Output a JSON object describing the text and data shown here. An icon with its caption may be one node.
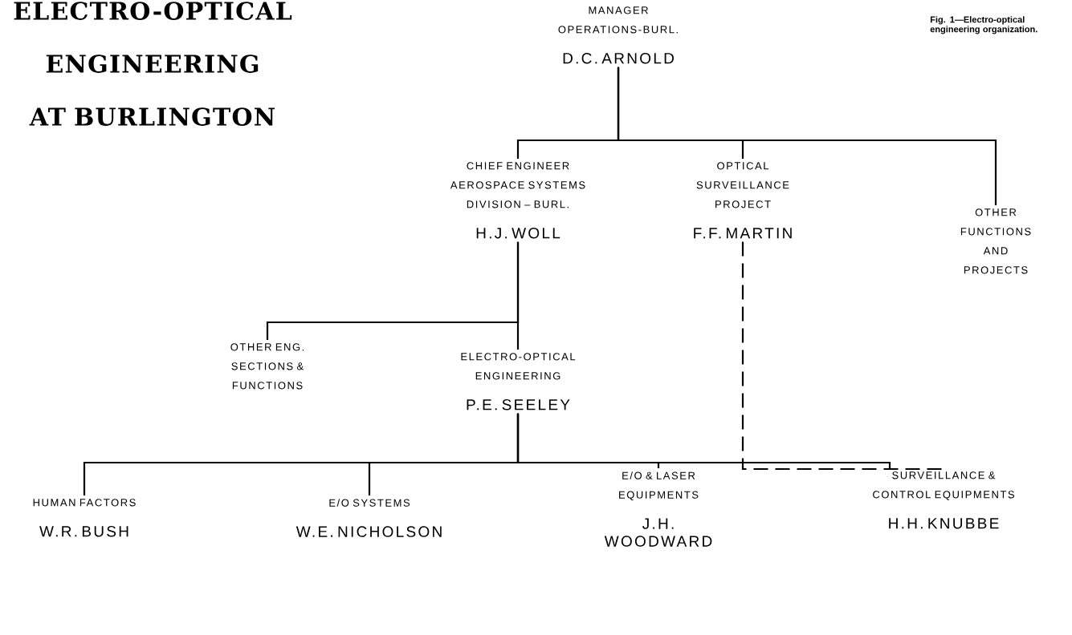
{
  "diagram": {
    "title": "ELECTRO-OPTICAL ENGINEERING AT BURLINGTON",
    "caption": "Fig. 1—Electro-optical engineering organization.",
    "nodes": [
      {
        "text": [
          "MANAGER OPERATIONS-BURL.",
          "D.C. ARNOLD"
        ]
      },
      {
        "text": [
          "CHIEF ENGINEER AEROSPACE SYSTEMS DIVISION – BURL.",
          "H.J. WOLL"
        ]
      },
      {
        "text": [
          "OPTICAL SURVEILLANCE PROJECT",
          "F.F. MARTIN"
        ]
      },
      {
        "text": [
          "OTHER FUNCTIONS AND PROJECTS"
        ]
      },
      {
        "text": [
          "OTHER ENG. SECTIONS & FUNCTIONS"
        ]
      },
      {
        "text": [
          "ELECTRO-OPTICAL ENGINEERING",
          "P.E. SEELEY"
        ]
      },
      {
        "text": [
          "HUMAN FACTORS",
          "W.R. BUSH"
        ]
      },
      {
        "text": [
          "E/O SYSTEMS",
          "W.E. NICHOLSON"
        ]
      },
      {
        "text": [
          "E/O & LASER EQUIPMENTS",
          "J.H. WOODWARD"
        ]
      },
      {
        "text": [
          "SURVEILLANCE & CONTROL EQUIPMENTS",
          "H.H. KNUBBE"
        ]
      }
    ],
    "edges": [
      {
        "from": 0,
        "to": 1,
        "arrow": "none"
      },
      {
        "from": 0,
        "to": 2,
        "arrow": "none"
      },
      {
        "from": 0,
        "to": 3,
        "arrow": "none"
      },
      {
        "from": 1,
        "to": 4,
        "arrow": "none"
      },
      {
        "from": 1,
        "to": 5,
        "arrow": "none"
      },
      {
        "from": 5,
        "to": 6,
        "arrow": "none"
      },
      {
        "from": 5,
        "to": 7,
        "arrow": "none"
      },
      {
        "from": 5,
        "to": 8,
        "arrow": "none"
      },
      {
        "from": 5,
        "to": 9,
        "arrow": "none"
      },
      {
        "from": 2,
        "to": 9,
        "arrow": "none",
        "style": "dashed"
      }
    ]
  }
}
